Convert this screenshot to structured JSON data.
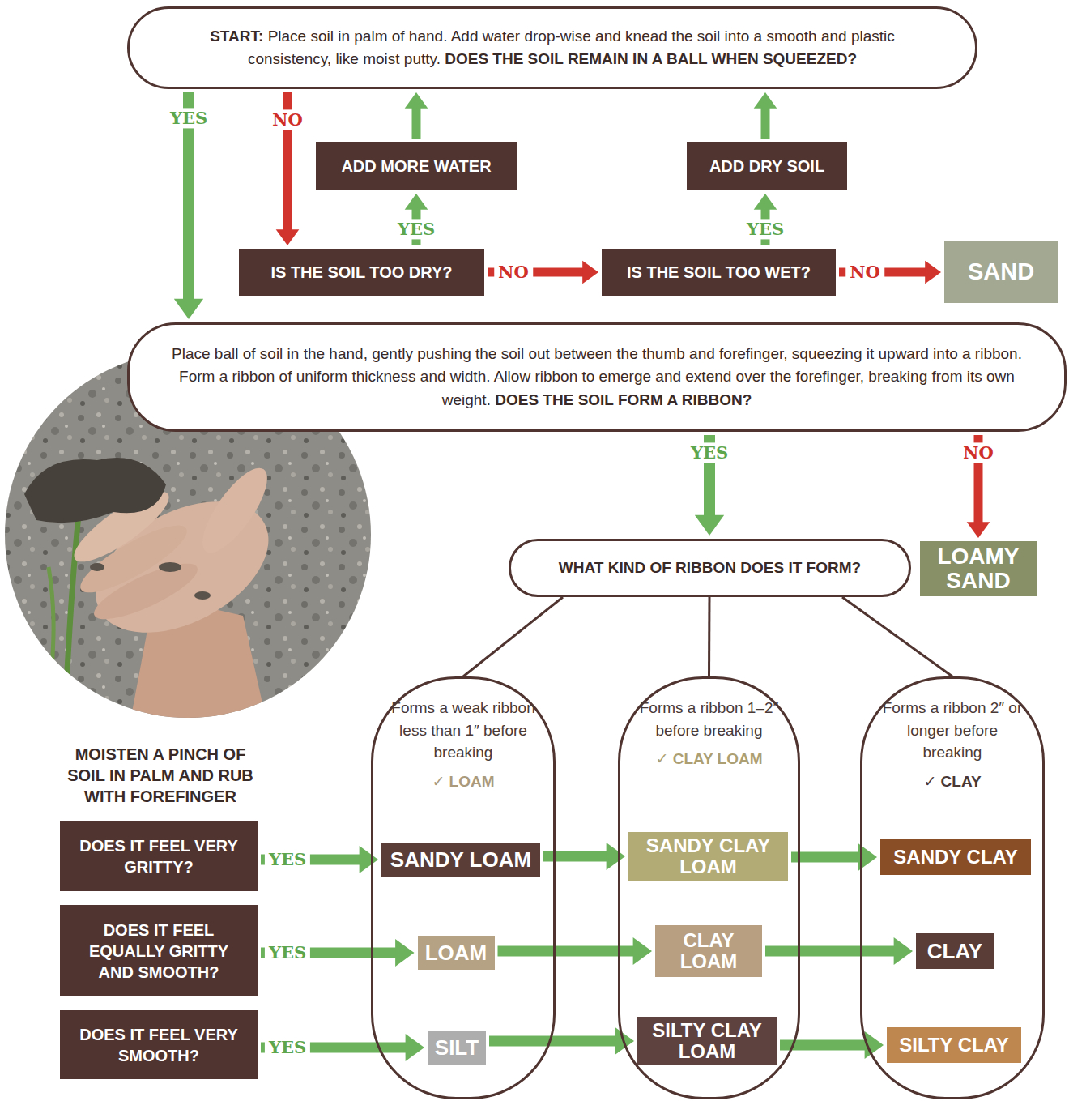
{
  "diagram": {
    "nodes": [
      {
        "text": [
          "START:",
          "Place soil in palm of hand. Add water drop-wise and knead the soil into a smooth and plastic consistency, like moist putty.",
          "DOES THE SOIL REMAIN IN A BALL WHEN SQUEEZED?"
        ]
      },
      {
        "text": [
          "ADD MORE WATER"
        ]
      },
      {
        "text": [
          "ADD DRY SOIL"
        ]
      },
      {
        "text": [
          "IS THE SOIL TOO DRY?"
        ]
      },
      {
        "text": [
          "IS THE SOIL TOO WET?"
        ]
      },
      {
        "text": [
          "SAND"
        ]
      },
      {
        "text": [
          "Place ball of soil in the hand, gently pushing the soil out between the thumb and forefinger, squeezing it upward into a ribbon. Form a ribbon of uniform thickness and width. Allow ribbon to emerge and extend over the forefinger, breaking from its own weight.",
          "DOES THE SOIL FORM A RIBBON?"
        ]
      },
      {
        "text": [
          "WHAT KIND OF RIBBON DOES IT FORM?"
        ]
      },
      {
        "text": [
          "LOAMY SAND"
        ]
      },
      {
        "text": [
          "Forms a weak ribbon less than 1″ before breaking",
          "✓ LOAM"
        ]
      },
      {
        "text": [
          "SANDY LOAM"
        ],
        "in": 9
      },
      {
        "text": [
          "LOAM"
        ],
        "in": 9
      },
      {
        "text": [
          "SILT"
        ],
        "in": 9
      },
      {
        "text": [
          "Forms a ribbon 1–2″ before breaking",
          "✓ CLAY LOAM"
        ]
      },
      {
        "text": [
          "SANDY CLAY LOAM"
        ],
        "in": 13
      },
      {
        "text": [
          "CLAY LOAM"
        ],
        "in": 13
      },
      {
        "text": [
          "SILTY CLAY LOAM"
        ],
        "in": 13
      },
      {
        "text": [
          "Forms a ribbon 2″ or longer before breaking",
          "✓ CLAY"
        ]
      },
      {
        "text": [
          "SANDY CLAY"
        ],
        "in": 17
      },
      {
        "text": [
          "CLAY"
        ],
        "in": 17
      },
      {
        "text": [
          "SILTY CLAY"
        ],
        "in": 17
      },
      {
        "text": [
          "DOES IT FEEL VERY GRITTY?"
        ]
      },
      {
        "text": [
          "DOES IT FEEL EQUALLY GRITTY AND SMOOTH?"
        ]
      },
      {
        "text": [
          "DOES IT FEEL VERY SMOOTH?"
        ]
      }
    ],
    "edges": [
      {
        "from": 0,
        "to": 6,
        "arrow": "to",
        "label": "YES"
      },
      {
        "from": 0,
        "to": 3,
        "arrow": "to",
        "label": "NO"
      },
      {
        "from": 3,
        "to": 1,
        "arrow": "to",
        "label": "YES"
      },
      {
        "from": 1,
        "to": 0,
        "arrow": "to"
      },
      {
        "from": 3,
        "to": 4,
        "arrow": "to",
        "label": "NO"
      },
      {
        "from": 4,
        "to": 2,
        "arrow": "to",
        "label": "YES"
      },
      {
        "from": 2,
        "to": 0,
        "arrow": "to"
      },
      {
        "from": 4,
        "to": 5,
        "arrow": "to",
        "label": "NO"
      },
      {
        "from": 6,
        "to": 7,
        "arrow": "to",
        "label": "YES"
      },
      {
        "from": 6,
        "to": 8,
        "arrow": "to",
        "label": "NO"
      },
      {
        "from": 7,
        "to": 9,
        "arrow": "none"
      },
      {
        "from": 7,
        "to": 13,
        "arrow": "none"
      },
      {
        "from": 7,
        "to": 17,
        "arrow": "none"
      },
      {
        "from": 21,
        "to": 10,
        "arrow": "to",
        "label": "YES"
      },
      {
        "from": 10,
        "to": 14,
        "arrow": "to"
      },
      {
        "from": 14,
        "to": 18,
        "arrow": "to"
      },
      {
        "from": 22,
        "to": 11,
        "arrow": "to",
        "label": "YES"
      },
      {
        "from": 11,
        "to": 15,
        "arrow": "to"
      },
      {
        "from": 15,
        "to": 19,
        "arrow": "to"
      },
      {
        "from": 23,
        "to": 12,
        "arrow": "to",
        "label": "YES"
      },
      {
        "from": 12,
        "to": 16,
        "arrow": "to"
      },
      {
        "from": 16,
        "to": 20,
        "arrow": "to"
      }
    ],
    "labels": [
      "MOISTEN A PINCH OF SOIL IN PALM AND RUB WITH FOREFINGER"
    ]
  }
}
